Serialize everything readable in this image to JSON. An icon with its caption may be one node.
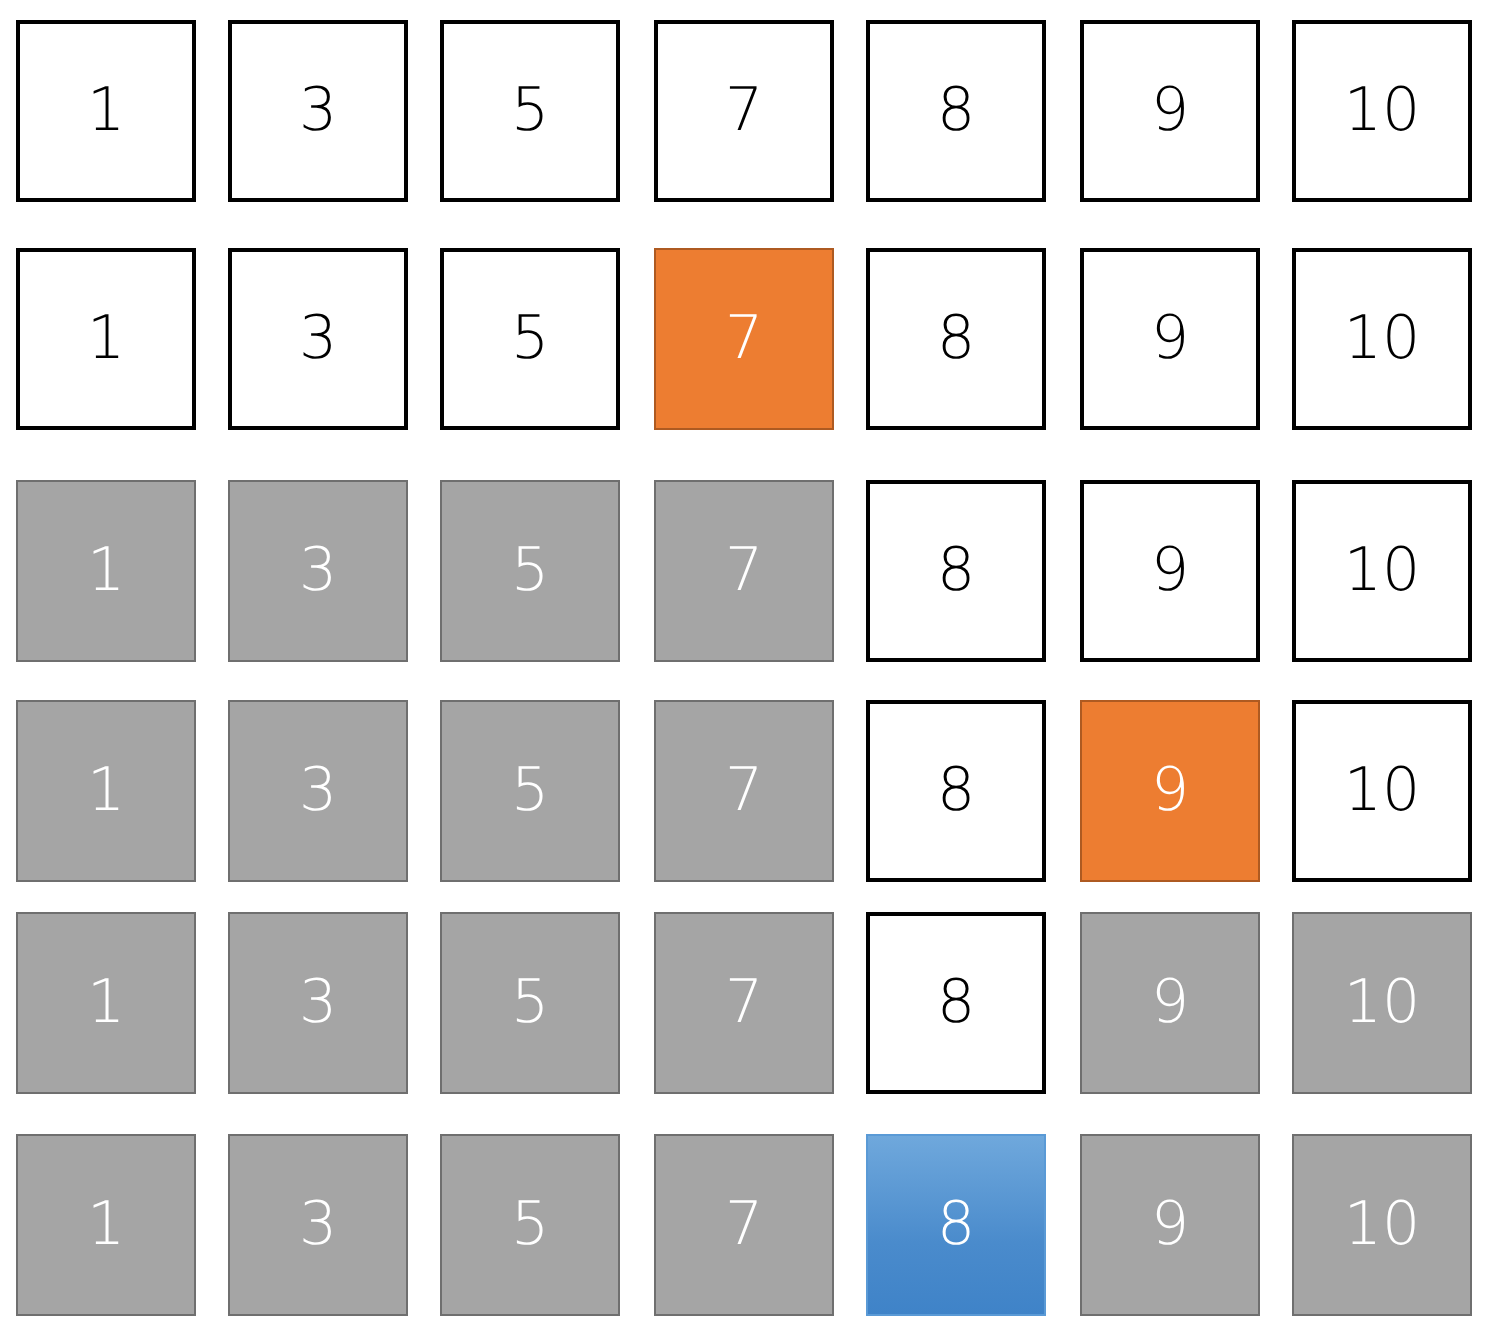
{
  "diagram": {
    "nodes": [
      {
        "text": [
          "1"
        ]
      },
      {
        "text": [
          "3"
        ]
      },
      {
        "text": [
          "5"
        ]
      },
      {
        "text": [
          "7"
        ]
      },
      {
        "text": [
          "8"
        ]
      },
      {
        "text": [
          "9"
        ]
      },
      {
        "text": [
          "10"
        ]
      },
      {
        "text": [
          "1"
        ]
      },
      {
        "text": [
          "3"
        ]
      },
      {
        "text": [
          "5"
        ]
      },
      {
        "text": [
          "7"
        ]
      },
      {
        "text": [
          "8"
        ]
      },
      {
        "text": [
          "9"
        ]
      },
      {
        "text": [
          "10"
        ]
      },
      {
        "text": [
          "1"
        ]
      },
      {
        "text": [
          "3"
        ]
      },
      {
        "text": [
          "5"
        ]
      },
      {
        "text": [
          "7"
        ]
      },
      {
        "text": [
          "8"
        ]
      },
      {
        "text": [
          "9"
        ]
      },
      {
        "text": [
          "10"
        ]
      },
      {
        "text": [
          "1"
        ]
      },
      {
        "text": [
          "3"
        ]
      },
      {
        "text": [
          "5"
        ]
      },
      {
        "text": [
          "7"
        ]
      },
      {
        "text": [
          "8"
        ]
      },
      {
        "text": [
          "9"
        ]
      },
      {
        "text": [
          "10"
        ]
      },
      {
        "text": [
          "1"
        ]
      },
      {
        "text": [
          "3"
        ]
      },
      {
        "text": [
          "5"
        ]
      },
      {
        "text": [
          "7"
        ]
      },
      {
        "text": [
          "8"
        ]
      },
      {
        "text": [
          "9"
        ]
      },
      {
        "text": [
          "10"
        ]
      },
      {
        "text": [
          "1"
        ]
      },
      {
        "text": [
          "3"
        ]
      },
      {
        "text": [
          "5"
        ]
      },
      {
        "text": [
          "7"
        ]
      },
      {
        "text": [
          "8"
        ]
      },
      {
        "text": [
          "9"
        ]
      },
      {
        "text": [
          "10"
        ]
      }
    ]
  }
}
